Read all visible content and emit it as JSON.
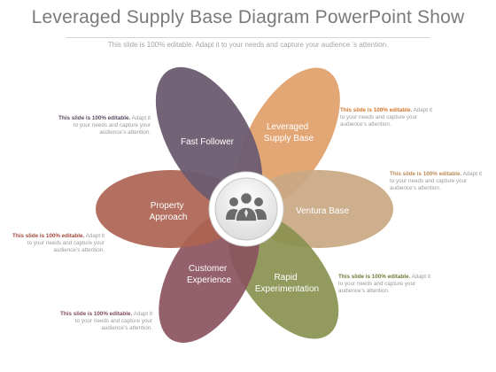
{
  "header": {
    "title": "Leveraged Supply Base Diagram PowerPoint Show",
    "subtitle": "This slide is 100% editable. Adapt it to your needs and capture your  audience ’s attention."
  },
  "center": {
    "icon": "people-group-icon"
  },
  "petals": [
    {
      "label_lines": [
        "Fast Follower"
      ],
      "color": "#6b5b70"
    },
    {
      "label_lines": [
        "Leveraged",
        "Supply Base"
      ],
      "color": "#e1a06a"
    },
    {
      "label_lines": [
        "Ventura Base"
      ],
      "color": "#c9a883"
    },
    {
      "label_lines": [
        "Rapid",
        "Experimentation"
      ],
      "color": "#8a9150"
    },
    {
      "label_lines": [
        "Customer",
        "Experience"
      ],
      "color": "#8a5260"
    },
    {
      "label_lines": [
        "Property",
        "Approach"
      ],
      "color": "#ad6452"
    }
  ],
  "notes": [
    {
      "bold": "This slide is 100% editable.",
      "text": " Adapt it to your needs and capture your audience’s attention."
    },
    {
      "bold": "This slide is 100% editable.",
      "text": " Adapt it to your needs and capture your audience’s attention."
    },
    {
      "bold": "This slide is 100% editable.",
      "text": " Adapt it to your needs and capture your audience’s attention."
    },
    {
      "bold": "This slide is 100% editable.",
      "text": " Adapt it to your needs and capture your audience’s attention."
    },
    {
      "bold": "This slide is 100% editable.",
      "text": " Adapt it to your needs and capture your audience’s attention."
    },
    {
      "bold": "This slide is 100% editable.",
      "text": " Adapt it to your needs and capture your audience’s attention."
    }
  ]
}
